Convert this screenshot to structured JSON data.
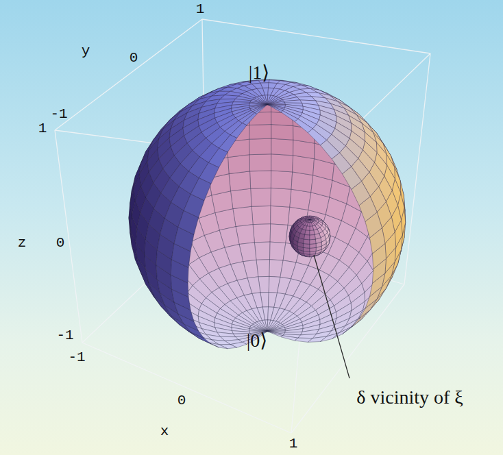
{
  "diagram": {
    "labels": [
      "1",
      "y",
      "0",
      "-1",
      "1",
      "|1⟩",
      "z",
      "0",
      "-1",
      "-1",
      "|0⟩",
      "δ vicinity of ξ",
      "0",
      "x",
      "1"
    ]
  }
}
